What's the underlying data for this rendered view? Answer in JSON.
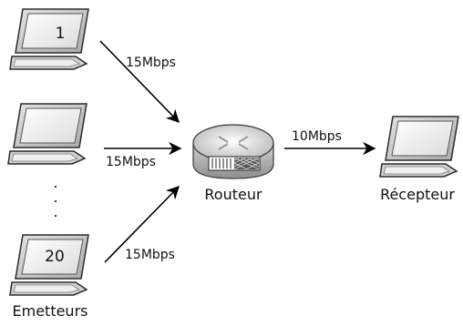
{
  "senders": {
    "group_label": "Emetteurs",
    "top_screen_label": "1",
    "bottom_screen_label": "20",
    "ellipsis": "."
  },
  "links": {
    "top": "15Mbps",
    "middle": "15Mbps",
    "bottom": "15Mbps",
    "out": "10Mbps"
  },
  "router": {
    "label": "Routeur"
  },
  "receiver": {
    "label": "Récepteur"
  },
  "colors": {
    "monitor_frame": "#c9c9c9",
    "monitor_screen": "#f2f2f2",
    "outline": "#2b2b2b",
    "router_body": "#d9d9d9",
    "arrow": "#000000"
  },
  "icons": {
    "sender_computer": "desktop-computer-icon",
    "router": "router-icon",
    "receiver_computer": "desktop-computer-icon",
    "arrow": "arrow-right-icon"
  }
}
